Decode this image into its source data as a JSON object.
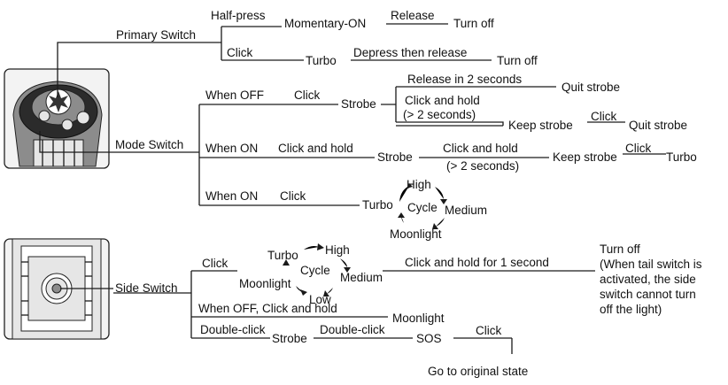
{
  "primary": {
    "label": "Primary Switch",
    "half_press": "Half-press",
    "momentary_on": "Momentary-ON",
    "release": "Release",
    "turn_off_1": "Turn off",
    "click": "Click",
    "turbo": "Turbo",
    "depress_release": "Depress then release",
    "turn_off_2": "Turn off"
  },
  "mode": {
    "label": "Mode Switch",
    "b1": {
      "when": "When OFF",
      "action": "Click",
      "result": "Strobe",
      "release2": "Release in 2 seconds",
      "quit1": "Quit strobe",
      "hold_line1": "Click and hold",
      "hold_line2": "(> 2 seconds)",
      "keep": "Keep strobe",
      "click": "Click",
      "quit2": "Quit strobe"
    },
    "b2": {
      "when": "When ON",
      "action": "Click and hold",
      "result": "Strobe",
      "hold_line1": "Click and hold",
      "hold_line2": "(> 2 seconds)",
      "keep": "Keep strobe",
      "click": "Click",
      "turbo": "Turbo"
    },
    "b3": {
      "when": "When ON",
      "action": "Click",
      "turbo": "Turbo",
      "cycle": "Cycle",
      "high": "High",
      "medium": "Medium",
      "moonlight": "Moonlight"
    }
  },
  "side": {
    "label": "Side Switch",
    "c1": {
      "click": "Click",
      "turbo": "Turbo",
      "high": "High",
      "medium": "Medium",
      "low": "Low",
      "moonlight": "Moonlight",
      "cycle": "Cycle",
      "hold1s": "Click and hold for 1 second",
      "turn_off": "Turn off",
      "note": [
        "(When tail switch is",
        "activated, the side",
        "switch cannot turn",
        "off the light)"
      ]
    },
    "c2": {
      "action": "When OFF, Click and hold",
      "result": "Moonlight"
    },
    "c3": {
      "action": "Double-click",
      "strobe": "Strobe",
      "double_click": "Double-click",
      "sos": "SOS",
      "click": "Click",
      "original": "Go to original state"
    }
  }
}
